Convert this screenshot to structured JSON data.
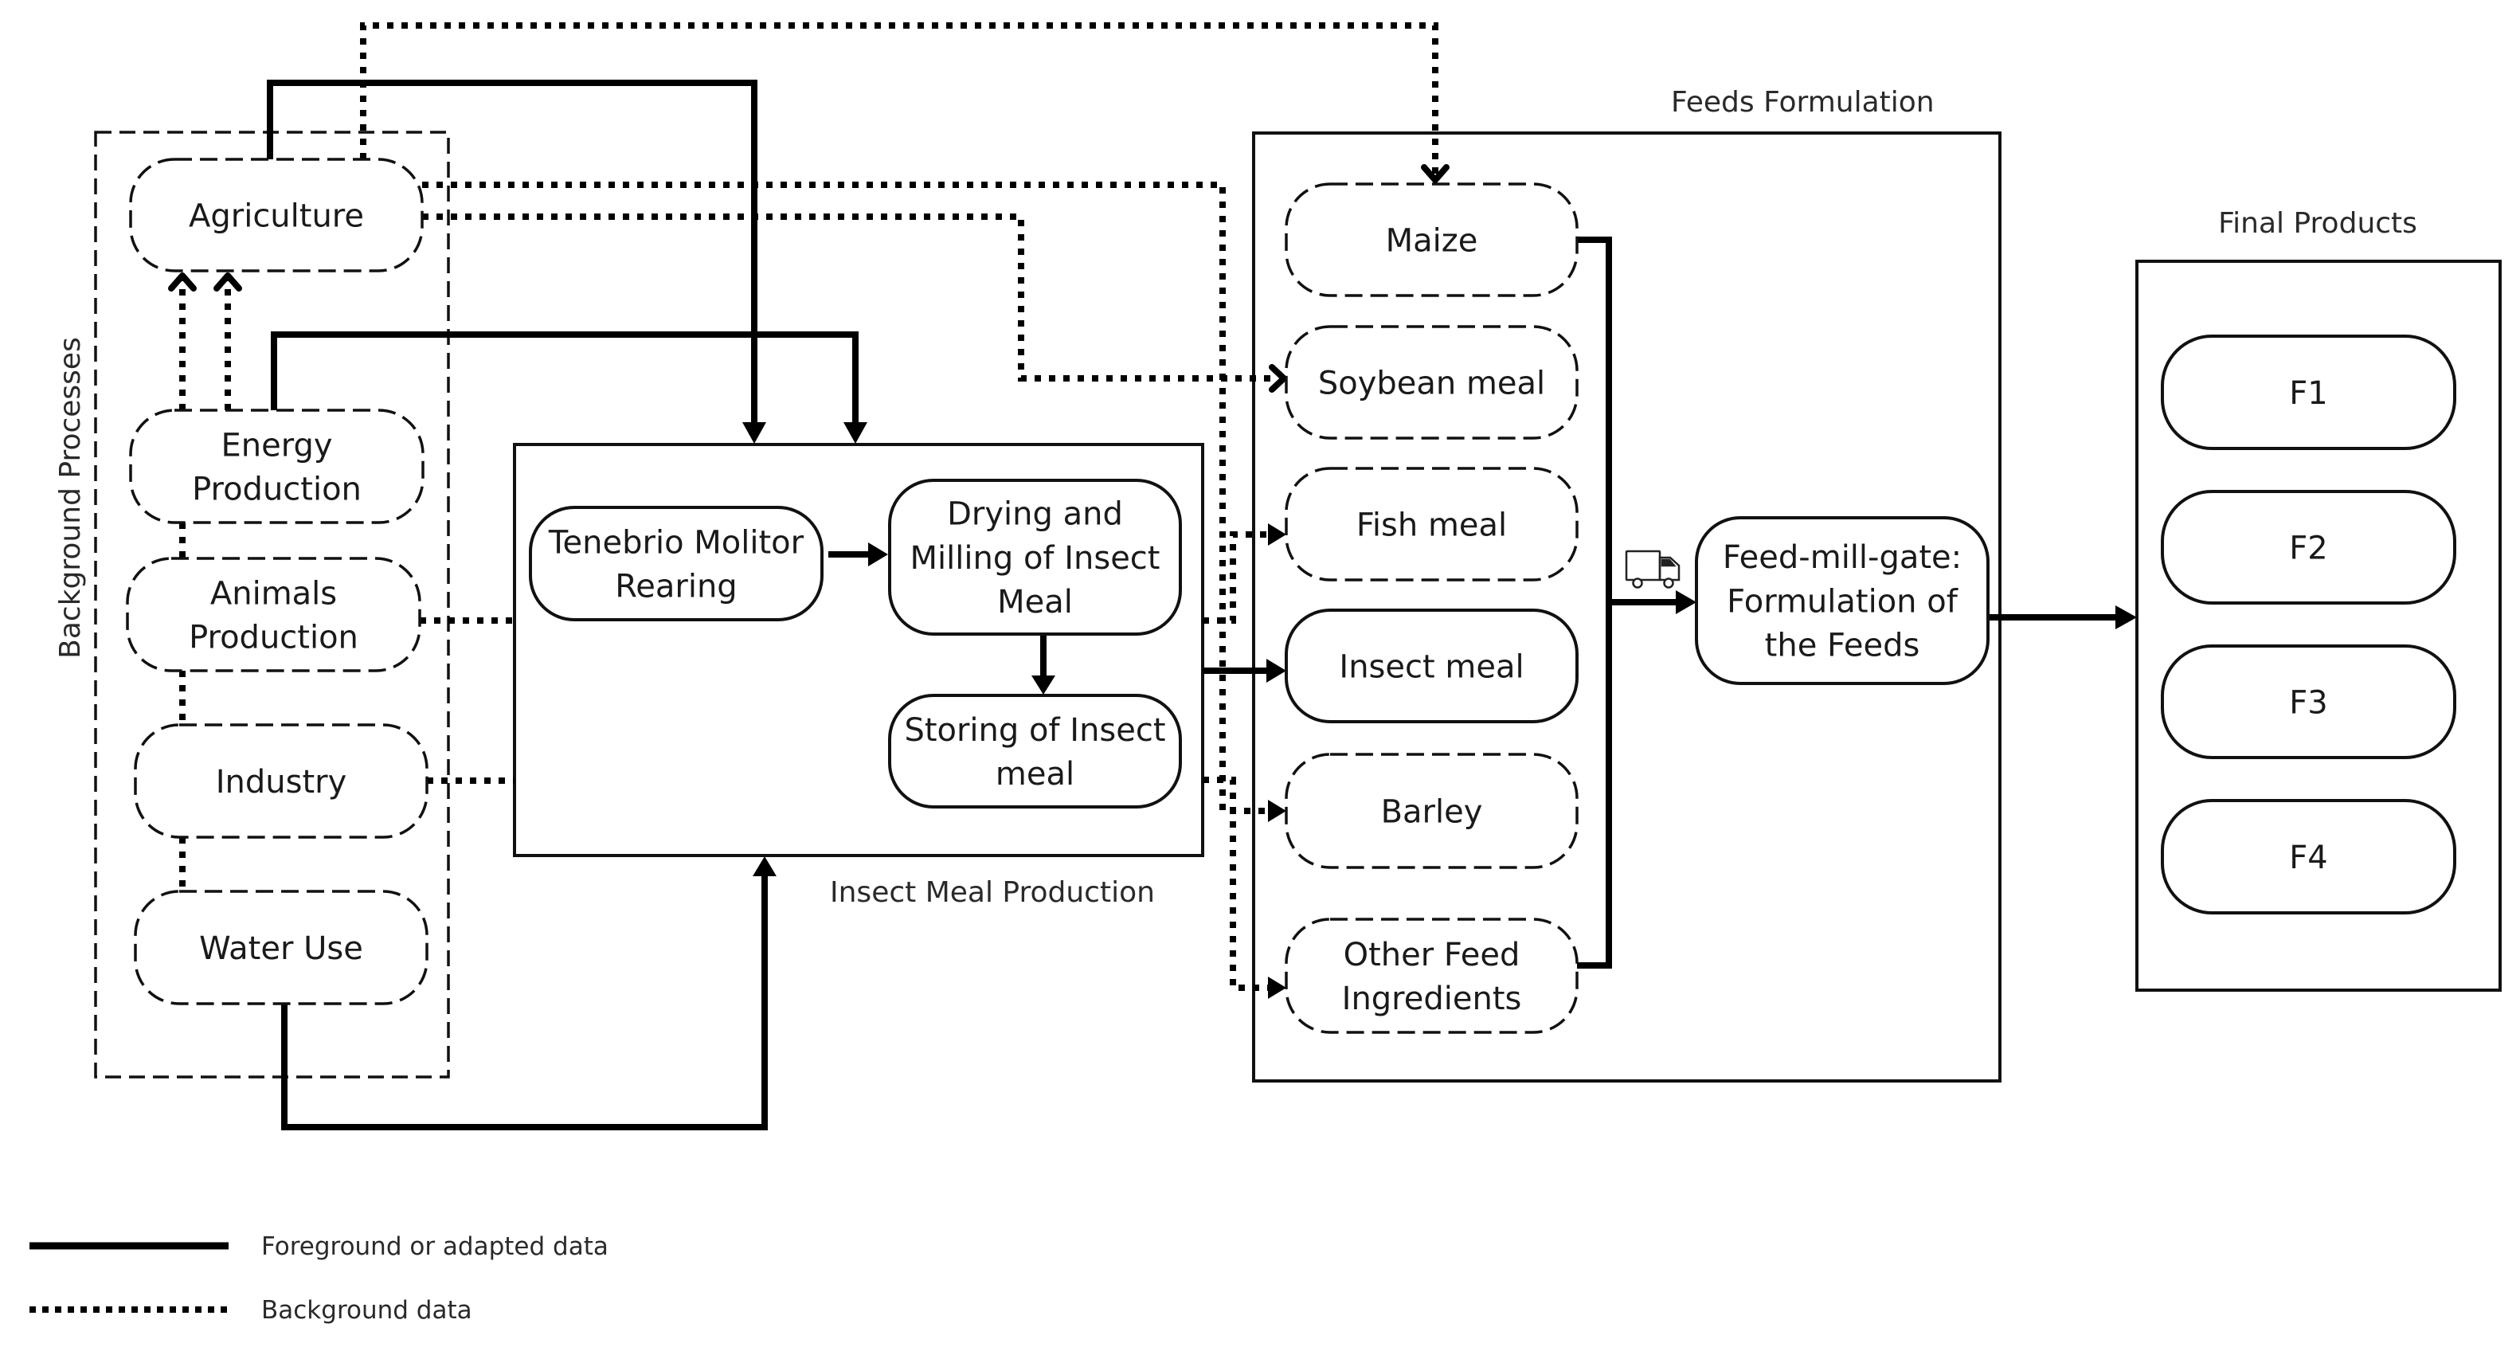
{
  "groups": {
    "background": {
      "label": "Background Processes"
    },
    "insect_production": {
      "label": "Insect Meal Production"
    },
    "feeds": {
      "label": "Feeds Formulation"
    },
    "final": {
      "label": "Final Products"
    }
  },
  "background_nodes": [
    {
      "id": "agriculture",
      "lines": [
        "Agriculture"
      ]
    },
    {
      "id": "energy",
      "lines": [
        "Energy",
        "Production"
      ]
    },
    {
      "id": "animals",
      "lines": [
        "Animals",
        "Production"
      ]
    },
    {
      "id": "industry",
      "lines": [
        "Industry"
      ]
    },
    {
      "id": "water",
      "lines": [
        "Water Use"
      ]
    }
  ],
  "insect_nodes": [
    {
      "id": "rearing",
      "lines": [
        "Tenebrio Molitor",
        "Rearing"
      ]
    },
    {
      "id": "drying",
      "lines": [
        "Drying and",
        "Milling of Insect",
        "Meal"
      ]
    },
    {
      "id": "storing",
      "lines": [
        "Storing of Insect",
        "meal"
      ]
    }
  ],
  "feed_ingredients": [
    {
      "id": "maize",
      "lines": [
        "Maize"
      ],
      "style": "dashed"
    },
    {
      "id": "soybean",
      "lines": [
        "Soybean meal"
      ],
      "style": "dashed"
    },
    {
      "id": "fish",
      "lines": [
        "Fish meal"
      ],
      "style": "dashed"
    },
    {
      "id": "insect",
      "lines": [
        "Insect meal"
      ],
      "style": "solid"
    },
    {
      "id": "barley",
      "lines": [
        "Barley"
      ],
      "style": "dashed"
    },
    {
      "id": "other",
      "lines": [
        "Other Feed",
        "Ingredients"
      ],
      "style": "dashed"
    }
  ],
  "feed_mill": {
    "lines": [
      "Feed-mill-gate:",
      "Formulation of",
      "the Feeds"
    ],
    "icon": "truck-icon"
  },
  "final_products": [
    "F1",
    "F2",
    "F3",
    "F4"
  ],
  "legend": [
    {
      "type": "solid",
      "label": "Foreground or adapted data"
    },
    {
      "type": "dotted",
      "label": "Background data"
    }
  ],
  "edges": [
    {
      "from": "agriculture",
      "to": "insect_production",
      "type": "foreground"
    },
    {
      "from": "energy",
      "to": "insect_production",
      "type": "foreground"
    },
    {
      "from": "water",
      "to": "insect_production",
      "type": "foreground"
    },
    {
      "from": "energy",
      "to": "agriculture",
      "type": "background"
    },
    {
      "from": "energy",
      "to": "agriculture",
      "type": "background"
    },
    {
      "from": "agriculture",
      "to": "maize",
      "type": "background"
    },
    {
      "from": "agriculture",
      "to": "soybean",
      "type": "background"
    },
    {
      "from": "agriculture",
      "to": "barley",
      "type": "background"
    },
    {
      "from": "animals",
      "to": "fish",
      "type": "background"
    },
    {
      "from": "industry",
      "to": "other",
      "type": "background"
    },
    {
      "from": "rearing",
      "to": "drying",
      "type": "foreground"
    },
    {
      "from": "drying",
      "to": "storing",
      "type": "foreground"
    },
    {
      "from": "insect_production",
      "to": "insect",
      "type": "foreground"
    },
    {
      "from": "feed_ingredients",
      "to": "feed_mill",
      "type": "foreground"
    },
    {
      "from": "feed_mill",
      "to": "final_products",
      "type": "foreground"
    }
  ]
}
